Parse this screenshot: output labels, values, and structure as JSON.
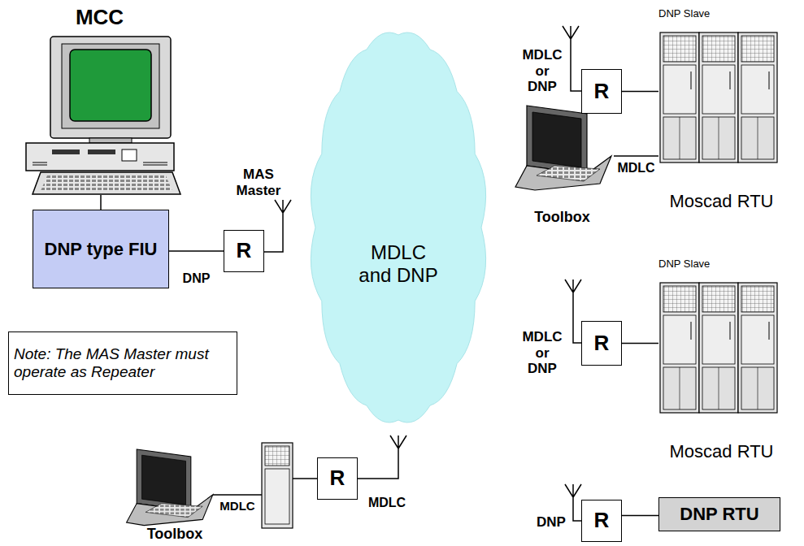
{
  "diagram": {
    "nodes": [
      {
        "text": [
          "MCC"
        ]
      },
      {
        "text": [
          "DNP type FIU"
        ]
      },
      {
        "text": [
          "R"
        ]
      },
      {
        "text": [
          "MDLC and DNP"
        ]
      },
      {
        "text": [
          "R"
        ]
      },
      {
        "text": [
          "DNP Slave",
          "Moscad RTU"
        ]
      },
      {
        "text": [
          "Toolbox"
        ]
      },
      {
        "text": [
          "R"
        ]
      },
      {
        "text": [
          "DNP Slave",
          "Moscad RTU"
        ]
      },
      {
        "text": [
          "Note: The MAS Master must operate as Repeater"
        ]
      },
      {
        "text": [
          "R"
        ]
      },
      {
        "text": [
          "DNP RTU"
        ]
      },
      {
        "text": [
          "Toolbox"
        ]
      },
      {
        "text": [
          "R"
        ]
      }
    ],
    "edges": [
      {
        "from": 0,
        "to": 1,
        "arrow": "none"
      },
      {
        "from": 1,
        "to": 2,
        "label": "DNP",
        "arrow": "none"
      },
      {
        "from": 4,
        "to": 5,
        "arrow": "none"
      },
      {
        "from": 6,
        "to": 5,
        "label": "MDLC",
        "arrow": "none"
      },
      {
        "from": 7,
        "to": 8,
        "arrow": "none"
      },
      {
        "from": 10,
        "to": 11,
        "arrow": "none"
      }
    ],
    "labels": [
      "MAS Master",
      "MDLC or DNP",
      "MDLC or DNP",
      "DNP",
      "MDLC",
      "MDLC"
    ]
  }
}
